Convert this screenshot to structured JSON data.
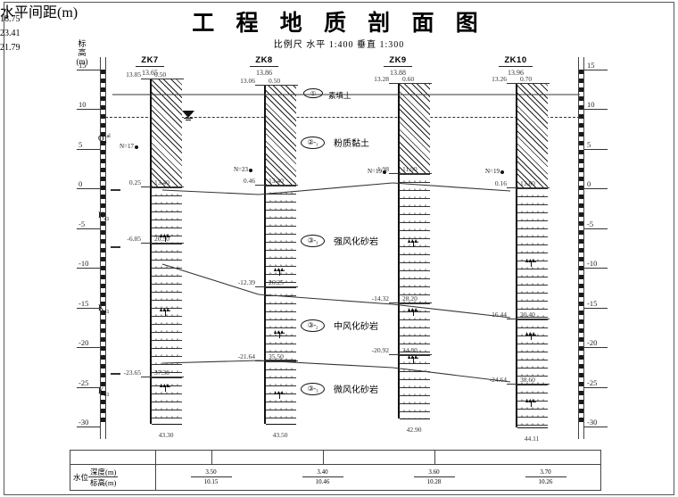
{
  "title": "工  程  地  质  剖  面  图",
  "subtitle": "比例尺   水平  1:400        垂直  1:300",
  "axis": {
    "caption_line1": "标",
    "caption_line2": "高",
    "caption_line3": "(m)",
    "ticks": [
      "15",
      "10",
      "5",
      "0",
      "-5",
      "-10",
      "-15",
      "-20",
      "-25",
      "-30"
    ],
    "values": [
      15,
      10,
      5,
      0,
      -5,
      -10,
      -15,
      -20,
      -25,
      -30
    ]
  },
  "strat_symbols": [
    {
      "main": "Q",
      "sub": "4",
      "sup": "al"
    },
    {
      "main": "K",
      "sub": "d1"
    },
    {
      "main": "K",
      "sub": "d1"
    },
    {
      "main": "K",
      "sub": "d1"
    }
  ],
  "fill_layer": {
    "code": "①",
    "name": "素填土"
  },
  "legend": [
    {
      "code": "②-₁",
      "name": "粉质黏土"
    },
    {
      "code": "③-₁",
      "name": "强风化砂岩"
    },
    {
      "code": "③-₂",
      "name": "中风化砂岩"
    },
    {
      "code": "③-₃",
      "name": "微风化砂岩"
    }
  ],
  "boreholes": [
    {
      "name": "ZK7",
      "elevation": "13.65",
      "total_depth": "43.30",
      "n_value": "N=17",
      "markers": [
        {
          "elev": "13.85",
          "depth": "0.50"
        },
        {
          "elev": "0.25",
          "depth": "13.40"
        },
        {
          "elev": "-6.85",
          "depth": "20.50"
        },
        {
          "elev": "-23.65",
          "depth": "37.30"
        }
      ]
    },
    {
      "name": "ZK8",
      "elevation": "13.86",
      "total_depth": "43.50",
      "n_value": "N=23",
      "markers": [
        {
          "elev": "13.06",
          "depth": "0.50"
        },
        {
          "elev": "0.46",
          "depth": "13.40"
        },
        {
          "elev": "-12.39",
          "depth": "26.25"
        },
        {
          "elev": "-21.64",
          "depth": "35.50"
        }
      ]
    },
    {
      "name": "ZK9",
      "elevation": "13.88",
      "total_depth": "42.90",
      "n_value": "N=19",
      "markers": [
        {
          "elev": "13.28",
          "depth": "0.60"
        },
        {
          "elev": "1.98",
          "depth": "11.90"
        },
        {
          "elev": "-14.32",
          "depth": "28.20"
        },
        {
          "elev": "-20.92",
          "depth": "34.80"
        }
      ]
    },
    {
      "name": "ZK10",
      "elevation": "13.96",
      "total_depth": "44.11",
      "n_value": "N=19",
      "markers": [
        {
          "elev": "13.26",
          "depth": "0.70"
        },
        {
          "elev": "0.16",
          "depth": "13.80"
        },
        {
          "elev": "-16.44",
          "depth": "30.40"
        },
        {
          "elev": "-24.64",
          "depth": "38.60"
        }
      ]
    }
  ],
  "table": {
    "row1_label": "水平间距(m)",
    "row2_label": "水位",
    "row2_label_top": "深度(m)",
    "row2_label_bot": "标高(m)",
    "spacings": [
      "18.75",
      "23.41",
      "21.79"
    ],
    "water_levels": [
      {
        "depth": "3.50",
        "elev": "10.15"
      },
      {
        "depth": "3.40",
        "elev": "10.46"
      },
      {
        "depth": "3.60",
        "elev": "10.28"
      },
      {
        "depth": "3.70",
        "elev": "10.26"
      }
    ]
  }
}
